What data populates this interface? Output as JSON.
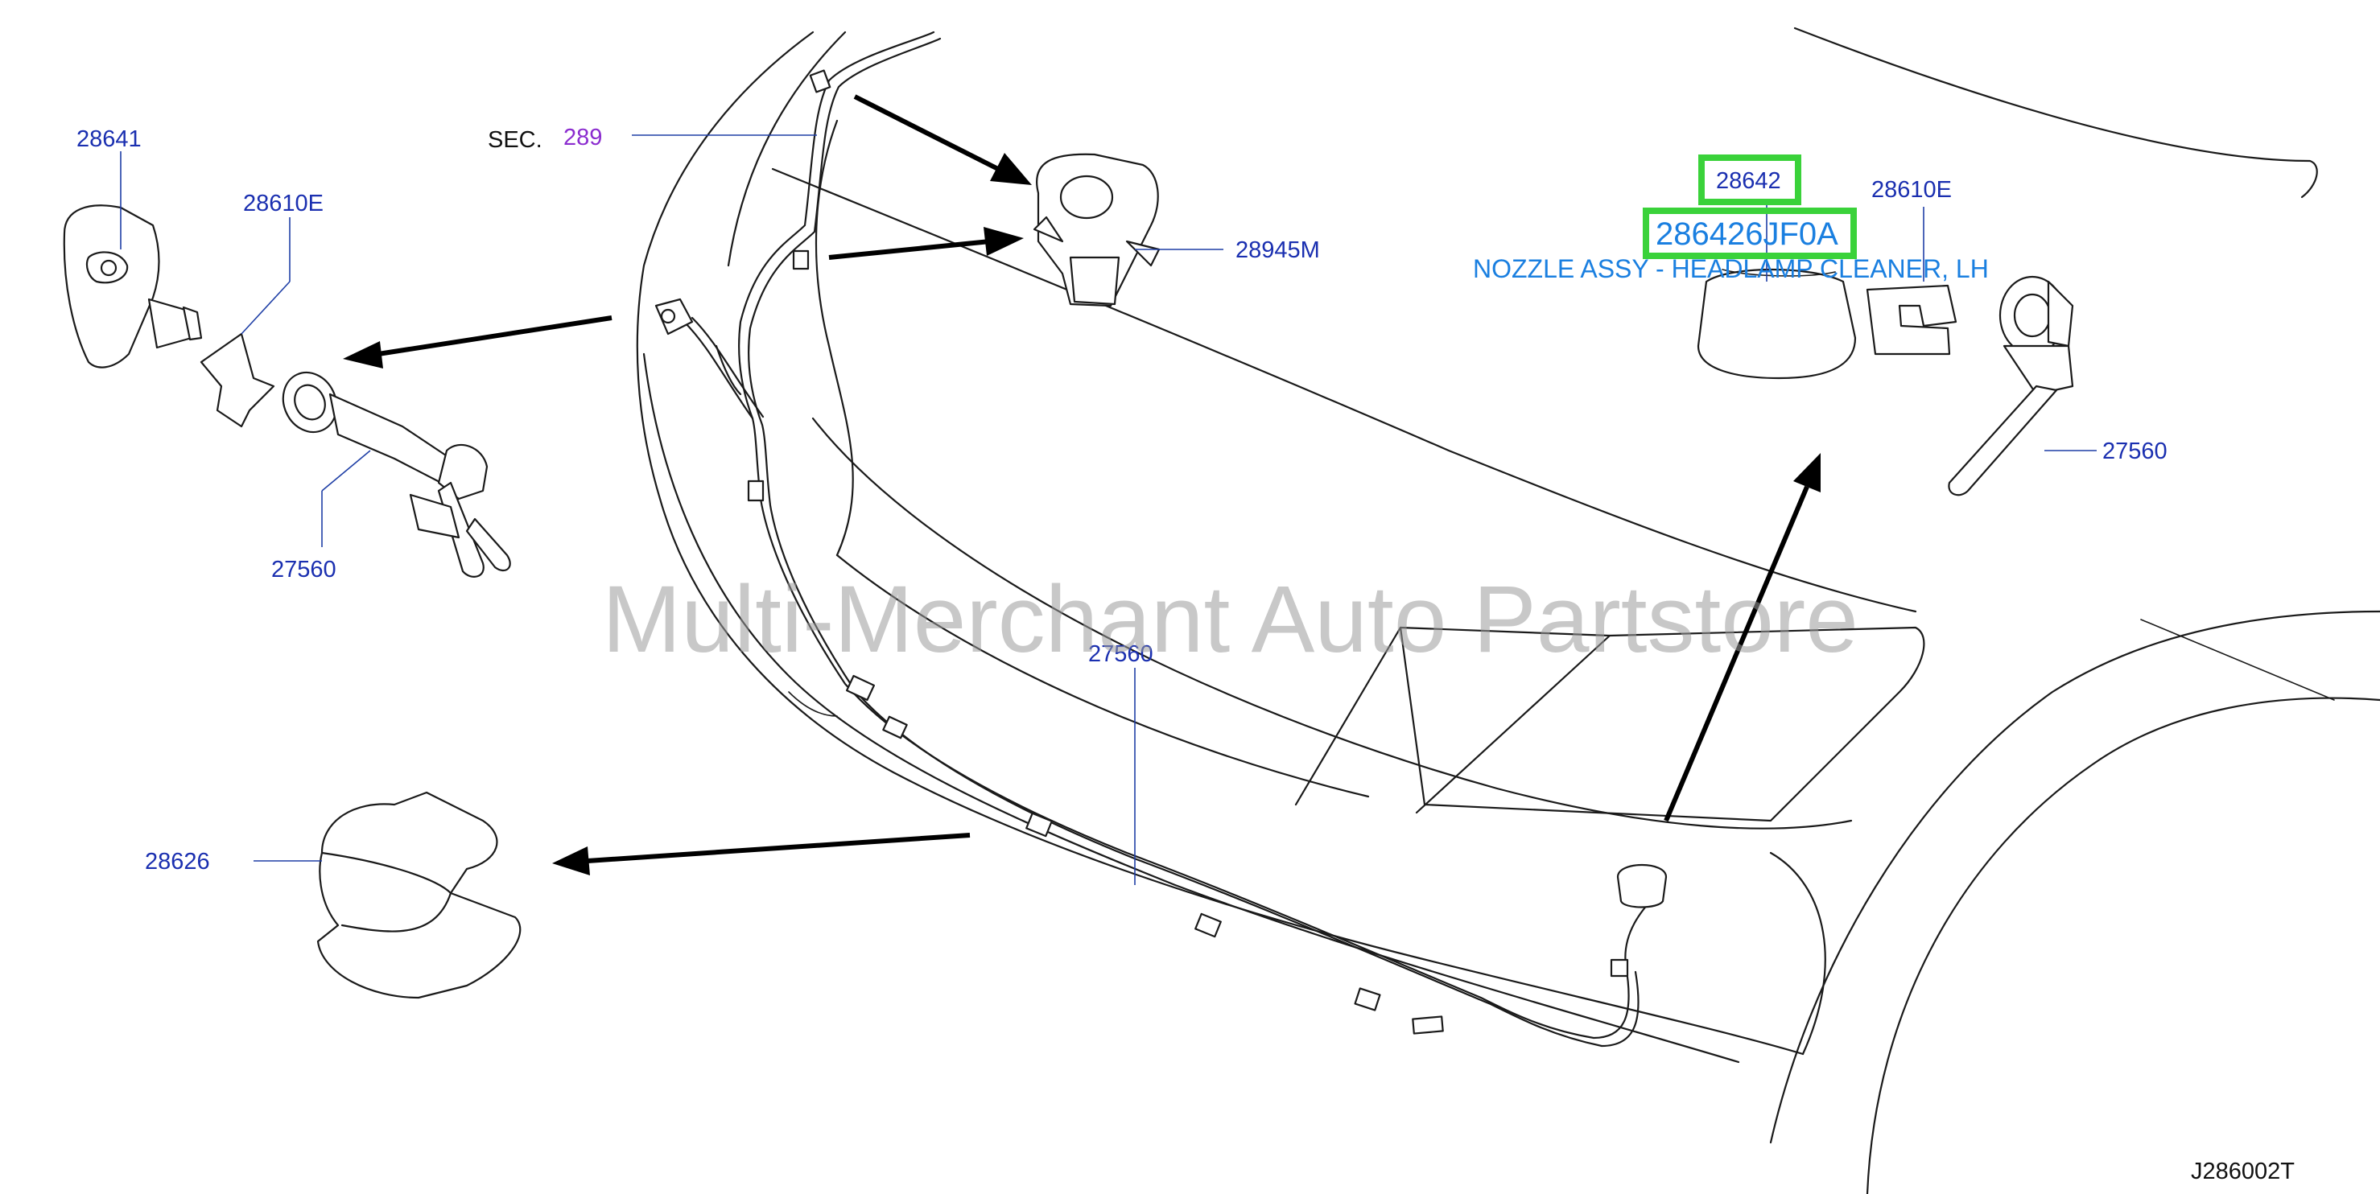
{
  "labels": {
    "l28641": "28641",
    "l28610e_left": "28610E",
    "l27560_left": "27560",
    "sec_prefix": "SEC.",
    "sec_number": "289",
    "l28945m": "28945M",
    "l28642": "28642",
    "l28610e_right": "28610E",
    "l27560_right": "27560",
    "l27560_center": "27560",
    "l28626": "28626",
    "diagram_code": "J286002T"
  },
  "highlight": {
    "part_number": "286426JF0A",
    "description": "NOZZLE ASSY - HEADLAMP CLEANER, LH",
    "color": "#3ad23a"
  },
  "watermark": "Multi-Merchant Auto Partstore",
  "colors": {
    "label": "#1a2fb0",
    "description": "#1a7fe0",
    "section": "#8b2ccf",
    "highlight": "#3ad23a"
  }
}
